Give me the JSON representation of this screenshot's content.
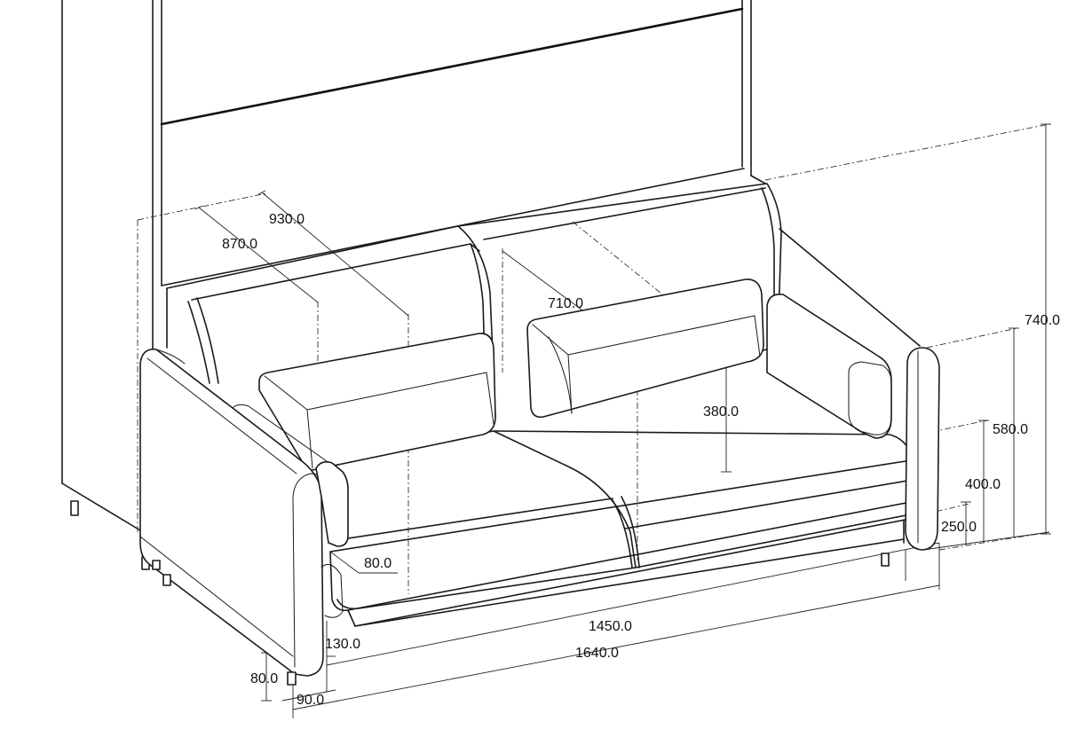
{
  "dimensions": {
    "seat_depth_outer": "930.0",
    "seat_depth_inner": "870.0",
    "cushion_depth": "710.0",
    "back_height": "380.0",
    "total_height": "740.0",
    "arm_height": "580.0",
    "seat_height": "400.0",
    "base_height": "250.0",
    "side_gap": "80.0",
    "inner_width": "1450.0",
    "outer_width": "1640.0",
    "leg_clearance": "130.0",
    "leg_height": "80.0",
    "leg_offset": "90.0"
  }
}
